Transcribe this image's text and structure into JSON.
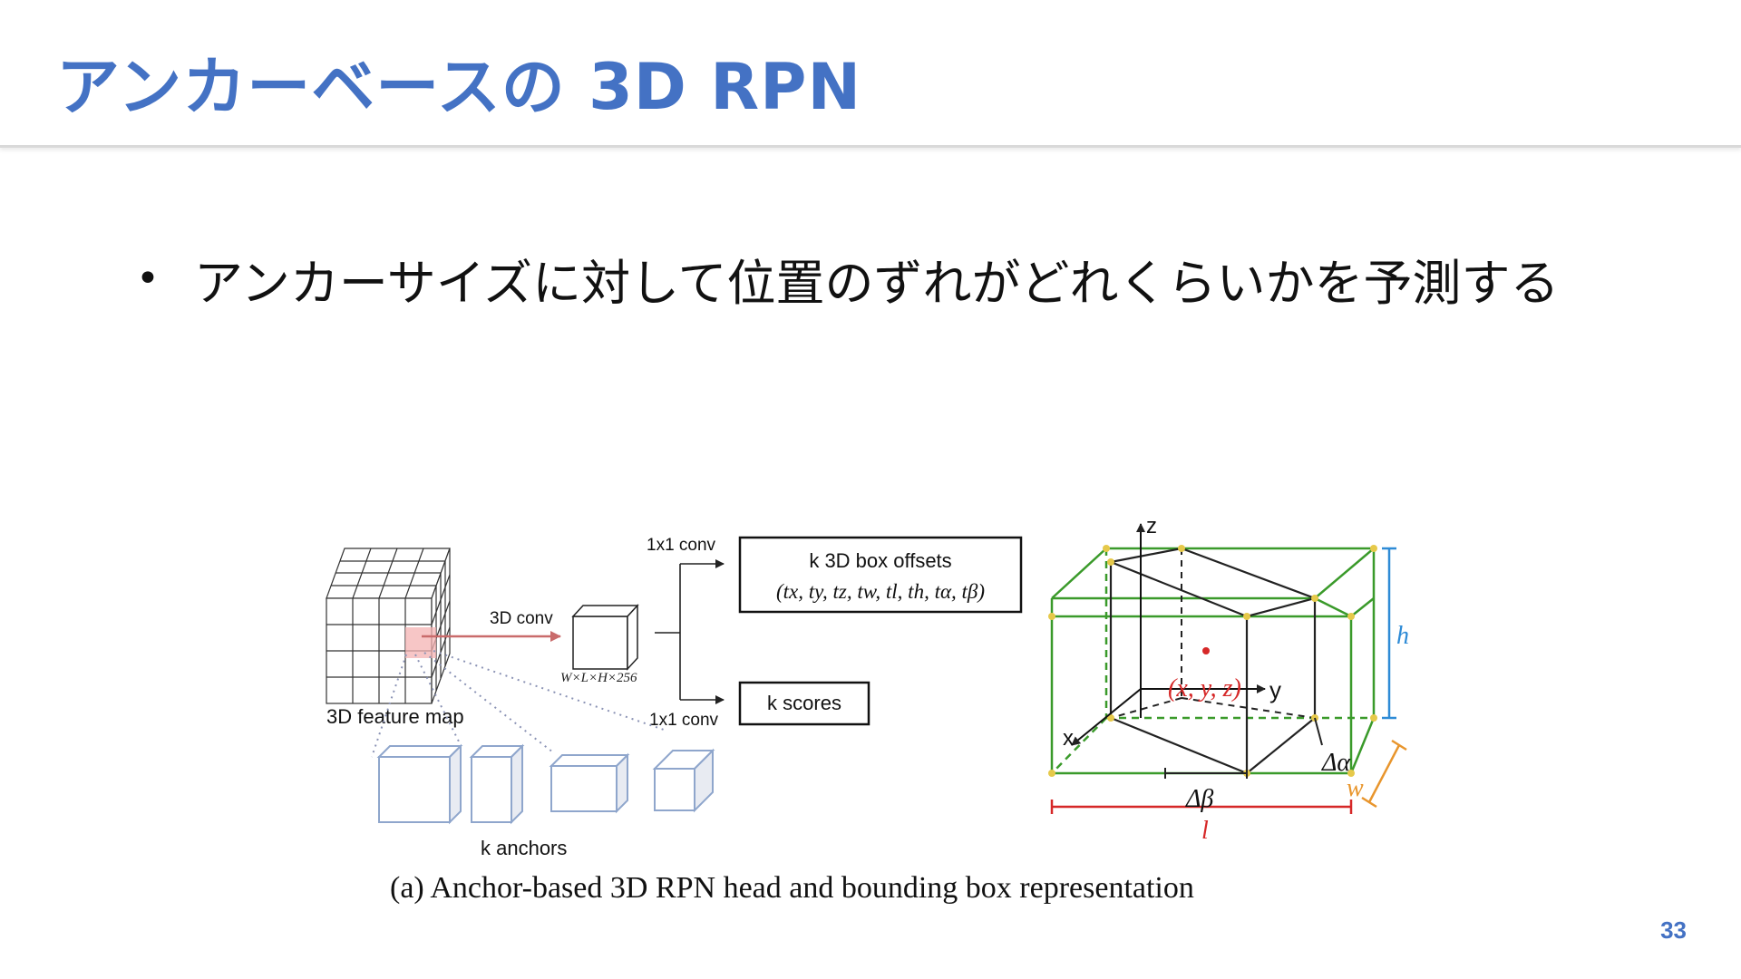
{
  "slide": {
    "title": "アンカーベースの 3D RPN",
    "bullet": "アンカーサイズに対して位置のずれがどれくらいかを予測する",
    "page_number": "33"
  },
  "diagram": {
    "labels": {
      "conv3d": "3D conv",
      "conv1x1_top": "1x1 conv",
      "conv1x1_bottom": "1x1 conv",
      "offsets_title": "k 3D box offsets",
      "offsets_params": "(tx, ty, tz, tw, tl, th, tα, tβ)",
      "scores": "k scores",
      "dims": "W×L×H×256",
      "feature_map": "3D feature map",
      "anchors": "k anchors",
      "axis_z": "z",
      "axis_y": "y",
      "axis_x": "x",
      "center": "(x, y, z)",
      "h": "h",
      "w": "w",
      "l": "l",
      "delta_alpha": "Δα",
      "delta_beta": "Δβ"
    },
    "caption": "(a) Anchor-based 3D RPN head and bounding box representation",
    "colors": {
      "green": "#3a9a2a",
      "red": "#d62828",
      "blue": "#2e8bd6",
      "orange": "#e8952c",
      "anchor_blue": "#8fa6cc",
      "title_blue": "#4472c4"
    }
  }
}
